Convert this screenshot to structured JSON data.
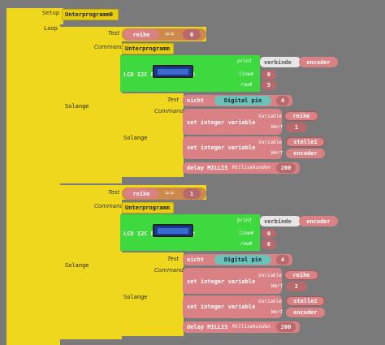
{
  "main": {
    "setup_label": "Setup",
    "loop_label": "Loop",
    "setup_call": "Unterprogramm0"
  },
  "blocks": [
    {
      "test_label": "Test",
      "condition": {
        "var": "reihe",
        "op": "==",
        "value": "0"
      },
      "commands_label": "Commands",
      "call": "Unterprogramm",
      "loop_label": "Solange",
      "lcd": {
        "title": "LCD I2C RGB Backlight",
        "print_label": "print",
        "print_value": "verbinde",
        "print_value2": "encoder",
        "line_label": "line#",
        "line_value": "0",
        "row_label": "row#",
        "row_value": "5"
      },
      "inner": {
        "label": "Solange",
        "test_label": "Test",
        "commands_label": "Commands",
        "not_label": "nicht",
        "pin_label": "Digital pin",
        "pin_value": "4",
        "set1": {
          "label": "set integer variable",
          "var_label": "Variable",
          "var_value": "reihe",
          "val_label": "Wert",
          "val_value": "1"
        },
        "set2": {
          "label": "set integer variable",
          "var_label": "Variable",
          "var_value": "stelle1",
          "val_label": "Wert",
          "val_value": "encoder"
        },
        "delay": {
          "label": "delay MILLIS",
          "ms_label": "Millisekunden",
          "value": "200"
        }
      }
    },
    {
      "test_label": "Test",
      "condition": {
        "var": "reihe",
        "op": "==",
        "value": "1"
      },
      "commands_label": "Commands",
      "call": "Unterprogramm",
      "loop_label": "Solange",
      "lcd": {
        "title": "LCD I2C RGB Backlight",
        "print_label": "print",
        "print_value": "verbinde",
        "print_value2": "encoder",
        "line_label": "line#",
        "line_value": "0",
        "row_label": "row#",
        "row_value": "6"
      },
      "inner": {
        "label": "Solange",
        "test_label": "Test",
        "commands_label": "Commands",
        "not_label": "nicht",
        "pin_label": "Digital pin",
        "pin_value": "4",
        "set1": {
          "label": "set integer variable",
          "var_label": "Variable",
          "var_value": "reihe",
          "val_label": "Wert",
          "val_value": "2"
        },
        "set2": {
          "label": "set integer variable",
          "var_label": "Variable",
          "var_value": "stelle2",
          "val_label": "Wert",
          "val_value": "encoder"
        },
        "delay": {
          "label": "delay MILLIS",
          "ms_label": "Millisekunden",
          "value": "200"
        }
      }
    }
  ]
}
